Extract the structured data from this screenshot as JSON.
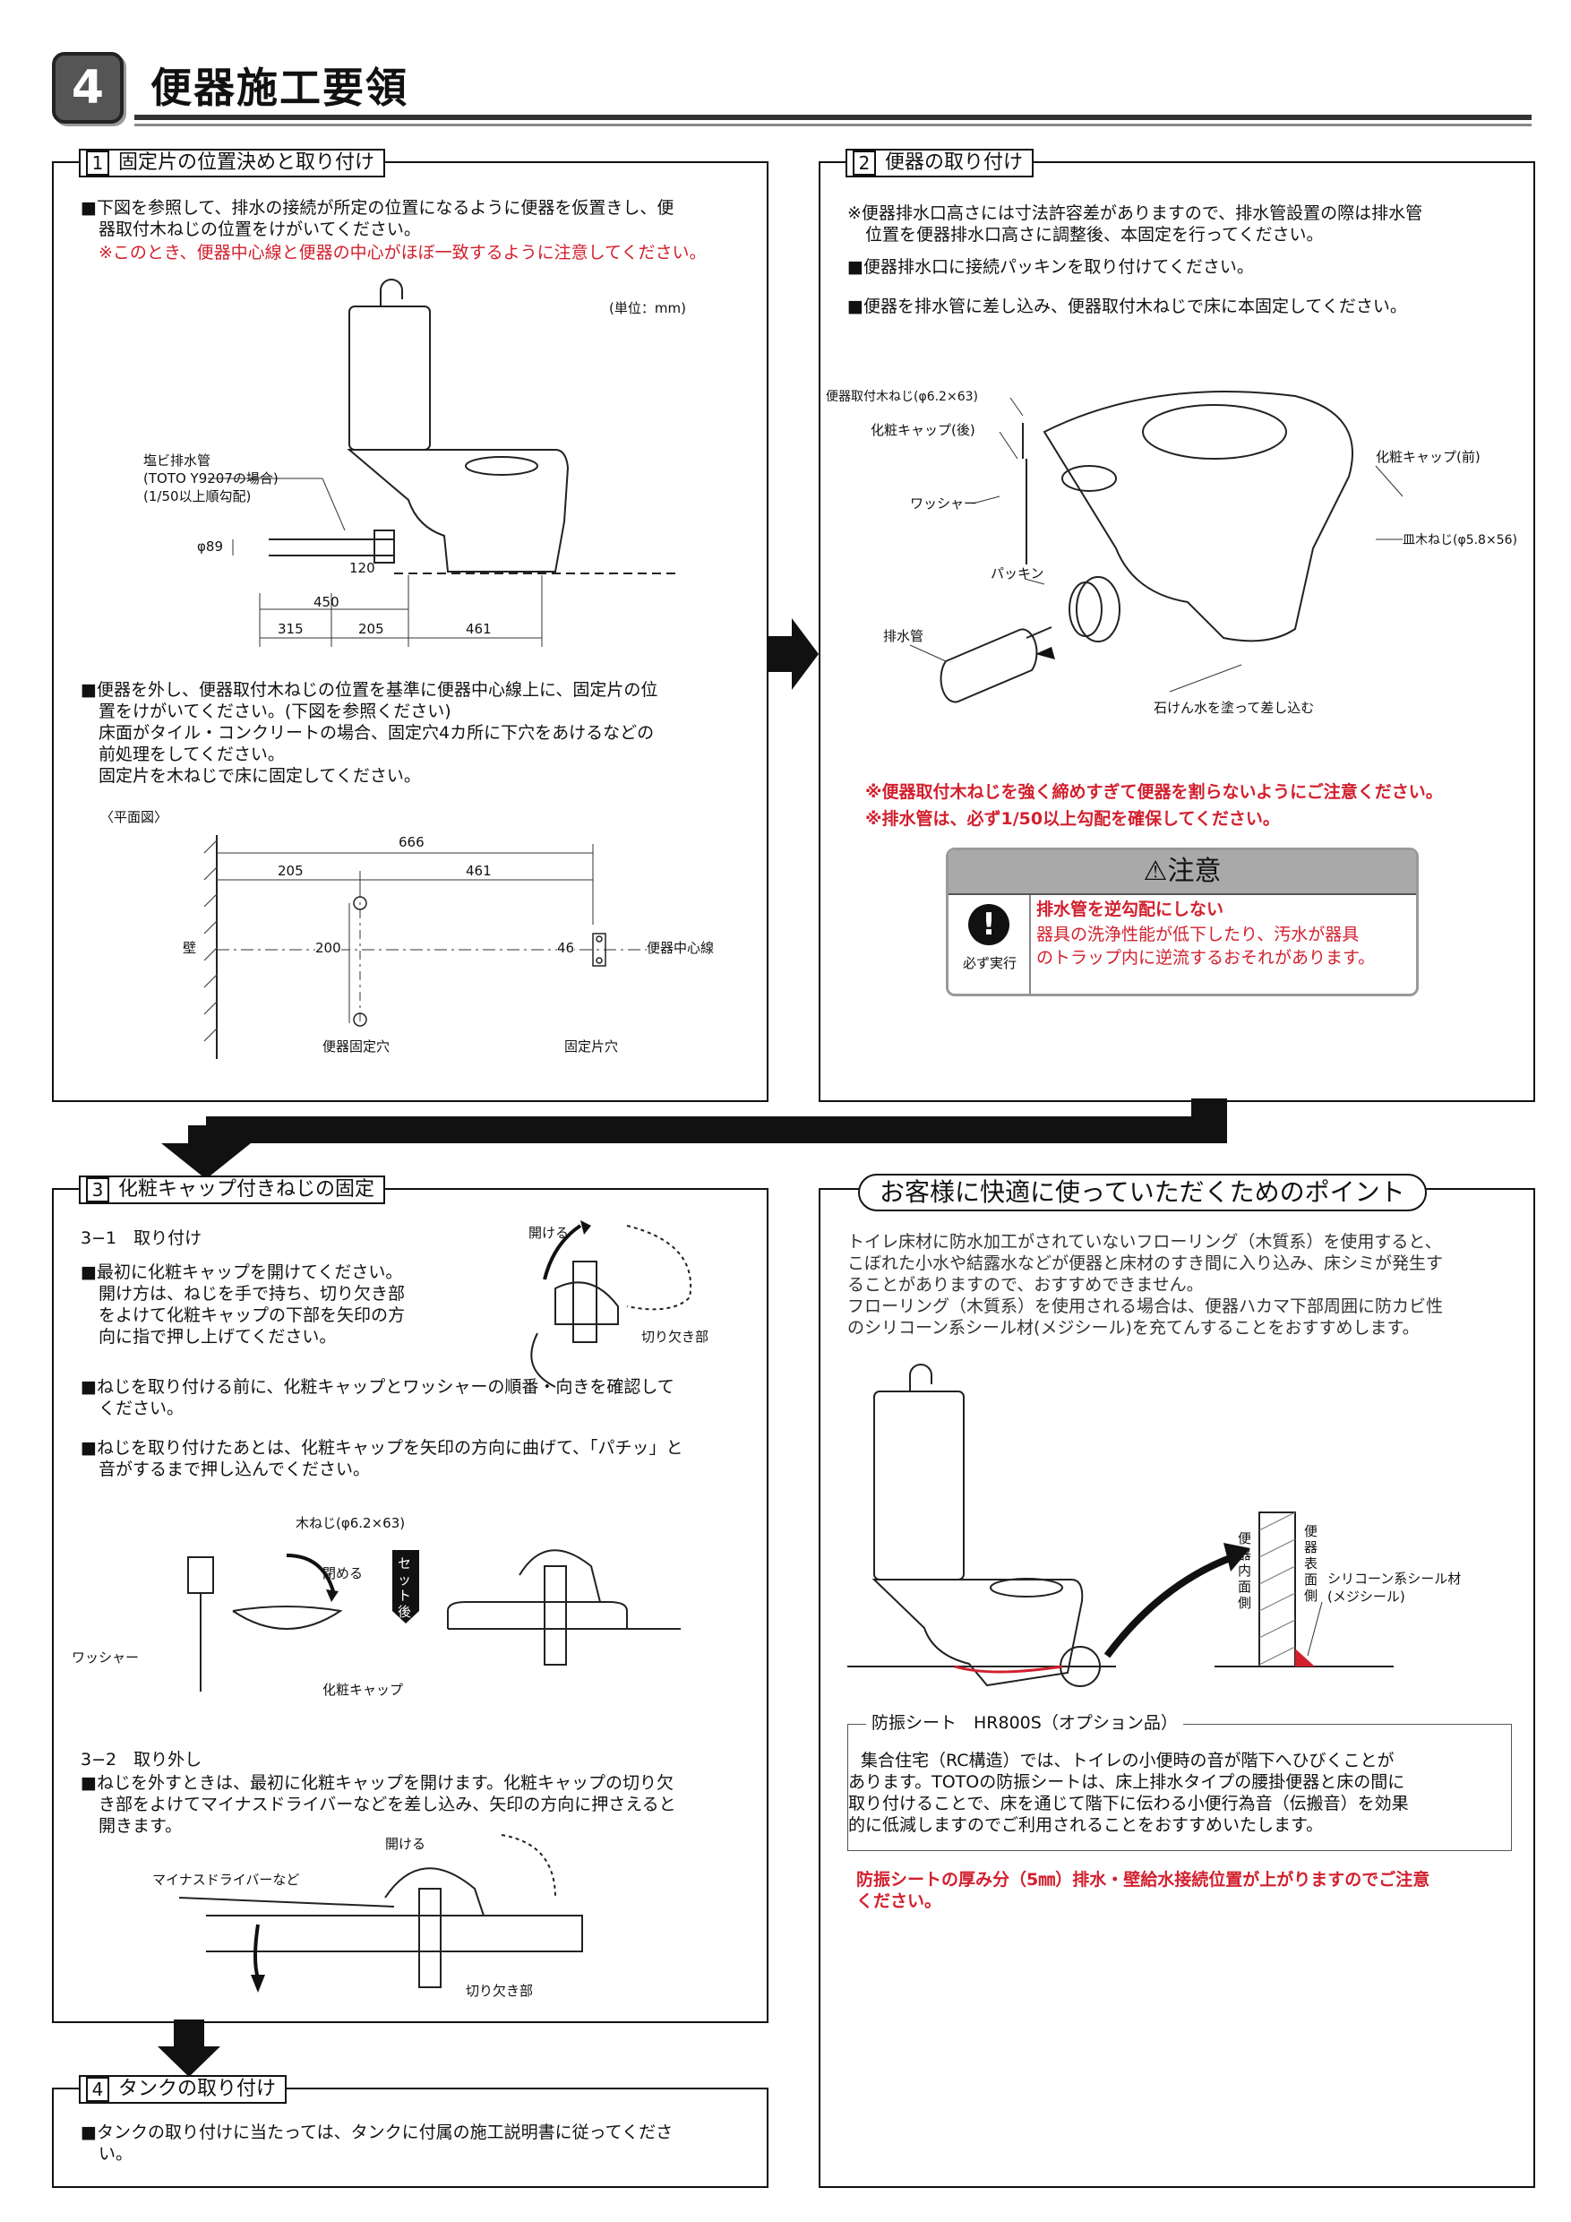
{
  "header": {
    "number": "4",
    "title": "便器施工要領"
  },
  "s1": {
    "num": "1",
    "title": "固定片の位置決めと取り付け",
    "p1": "■下図を参照して、排水の接続が所定の位置になるように便器を仮置きし、便",
    "p1b": "器取付木ねじの位置をけがいてください。",
    "note": "※このとき、便器中心線と便器の中心がほぼ一致するように注意してください。",
    "unit": "(単位：mm)",
    "pipe_l1": "塩ビ排水管",
    "pipe_l2": "(TOTO Y9207の場合)",
    "pipe_l3": "(1/50以上順勾配)",
    "phi": "φ89",
    "d120": "120",
    "d450": "450",
    "d315": "315",
    "d205": "205",
    "d461": "461",
    "p2": "■便器を外し、便器取付木ねじの位置を基準に便器中心線上に、固定片の位",
    "p2b": "置をけがいてください。(下図を参照ください)",
    "p2c": "床面がタイル・コンクリートの場合、固定穴4カ所に下穴をあけるなどの",
    "p2d": "前処理をしてください。",
    "p2e": "固定片を木ねじで床に固定してください。",
    "plan": "〈平面図〉",
    "d666": "666",
    "d205b": "205",
    "d461b": "461",
    "d200": "200",
    "d46": "46",
    "wall": "壁",
    "center": "便器中心線",
    "hole1": "便器固定穴",
    "hole2": "固定片穴"
  },
  "s2": {
    "num": "2",
    "title": "便器の取り付け",
    "n1": "※便器排水口高さには寸法許容差がありますので、排水管設置の際は排水管",
    "n1b": "位置を便器排水口高さに調整後、本固定を行ってください。",
    "n2": "■便器排水口に接続パッキンを取り付けてください。",
    "n3": "■便器を排水管に差し込み、便器取付木ねじで床に本固定してください。",
    "lbl_screw": "便器取付木ねじ(φ6.2×63)",
    "lbl_cap_back": "化粧キャップ(後)",
    "lbl_washer": "ワッシャー",
    "lbl_packing": "パッキン",
    "lbl_pipe": "排水管",
    "lbl_cap_front": "化粧キャップ(前)",
    "lbl_dish": "皿木ねじ(φ5.8×56)",
    "lbl_soap": "石けん水を塗って差し込む",
    "warn1": "※便器取付木ねじを強く締めすぎて便器を割らないようにご注意ください。",
    "warn2": "※排水管は、必ず1/50以上勾配を確保してください。",
    "caution_title": "⚠注意",
    "must": "必ず実行",
    "c1": "排水管を逆勾配にしない",
    "c2": "器具の洗浄性能が低下したり、汚水が器具",
    "c3": "のトラップ内に逆流するおそれがあります。"
  },
  "s3": {
    "num": "3",
    "title": "化粧キャップ付きねじの固定",
    "sub1": "3−1　取り付け",
    "a1": "■最初に化粧キャップを開けてください。",
    "a2": "開け方は、ねじを手で持ち、切り欠き部",
    "a3": "をよけて化粧キャップの下部を矢印の方",
    "a4": "向に指で押し上げてください。",
    "lbl_open": "開ける",
    "lbl_notch": "切り欠き部",
    "b1": "■ねじを取り付ける前に、化粧キャップとワッシャーの順番・向きを確認して",
    "b2": "ください。",
    "c1": "■ねじを取り付けたあとは、化粧キャップを矢印の方向に曲げて、「パチッ」と",
    "c2": "音がするまで押し込んでください。",
    "lbl_wood": "木ねじ(φ6.2×63)",
    "lbl_close": "閉める",
    "lbl_set": "セット後",
    "lbl_washer": "ワッシャー",
    "lbl_cap": "化粧キャップ",
    "sub2": "3−2　取り外し",
    "d1": "■ねじを外すときは、最初に化粧キャップを開けます。化粧キャップの切り欠",
    "d2": "き部をよけてマイナスドライバーなどを差し込み、矢印の方向に押さえると",
    "d3": "開きます。",
    "lbl_open2": "開ける",
    "lbl_driver": "マイナスドライバーなど",
    "lbl_notch2": "切り欠き部"
  },
  "s4": {
    "num": "4",
    "title": "タンクの取り付け",
    "p1": "■タンクの取り付けに当たっては、タンクに付属の施工説明書に従ってくださ",
    "p2": "い。"
  },
  "tips": {
    "title": "お客様に快適に使っていただくためのポイント",
    "t1": "トイレ床材に防水加工がされていないフローリング（木質系）を使用すると、",
    "t2": "こぼれた小水や結露水などが便器と床材のすき間に入り込み、床シミが発生す",
    "t3": "ることがありますので、おすすめできません。",
    "t4": "フローリング（木質系）を使用される場合は、便器ハカマ下部周囲に防カビ性",
    "t5": "のシリコーン系シール材(メジシール)を充てんすることをおすすめします。",
    "lbl_inner": "便器内面側",
    "lbl_outer": "便器表面側",
    "lbl_seal1": "シリコーン系シール材",
    "lbl_seal2": "(メジシール)",
    "sheet_title": "防振シート　HR800S（オプション品）",
    "s1": "集合住宅（RC構造）では、トイレの小便時の音が階下へひびくことが",
    "s2": "あります。TOTOの防振シートは、床上排水タイプの腰掛便器と床の間に",
    "s3": "取り付けることで、床を通じて階下に伝わる小便行為音（伝搬音）を効果",
    "s4": "的に低減しますのでご利用されることをおすすめいたします。",
    "r1": "防振シートの厚み分（5㎜）排水・壁給水接続位置が上がりますのでご注意",
    "r2": "ください。"
  }
}
